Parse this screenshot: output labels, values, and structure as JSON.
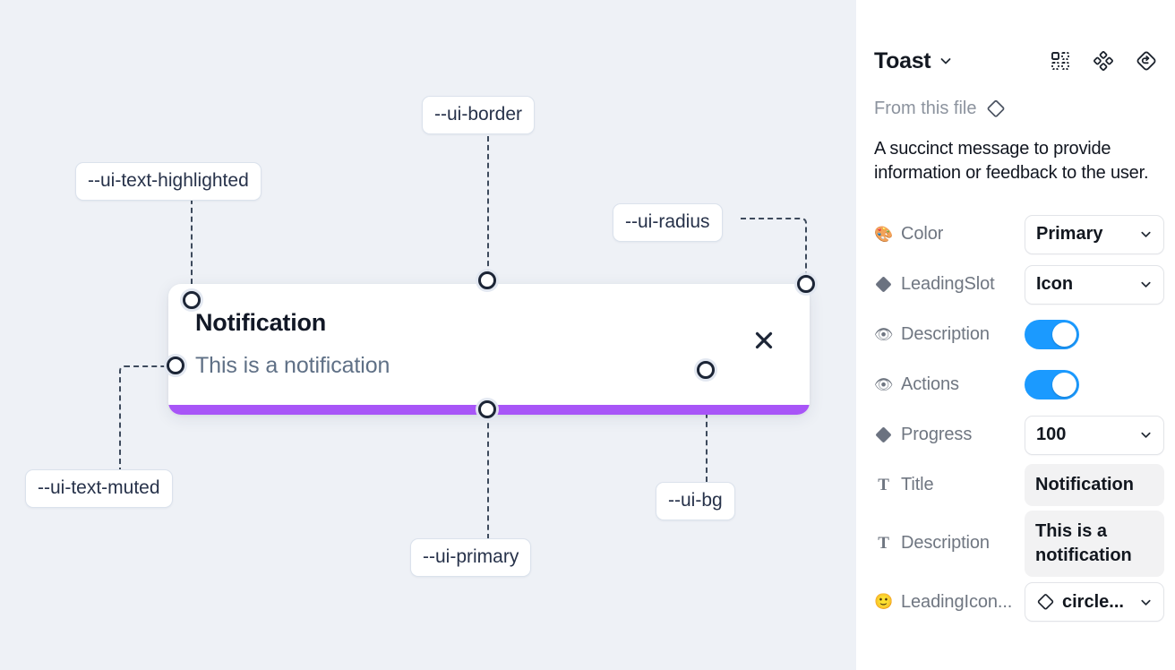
{
  "canvas": {
    "background_color": "#eef1f6",
    "tokens": [
      {
        "label": "--ui-text-highlighted",
        "name": "token-ui-text-highlighted"
      },
      {
        "label": "--ui-border",
        "name": "token-ui-border"
      },
      {
        "label": "--ui-radius",
        "name": "token-ui-radius"
      },
      {
        "label": "--ui-text-muted",
        "name": "token-ui-text-muted"
      },
      {
        "label": "--ui-primary",
        "name": "token-ui-primary"
      },
      {
        "label": "--ui-bg",
        "name": "token-ui-bg"
      }
    ],
    "toast": {
      "title": "Notification",
      "description": "This is a notification",
      "close_label": "✕",
      "progress_percent": 100,
      "progress_color": "#a855f7",
      "background_color": "#ffffff"
    }
  },
  "panel": {
    "title": "Toast",
    "from_file_label": "From this file",
    "description": "A succinct message to provide information or feedback to the user.",
    "header_icons": [
      {
        "name": "component-grid-icon"
      },
      {
        "name": "variants-diamond-icon"
      },
      {
        "name": "reset-instance-icon"
      }
    ],
    "properties": [
      {
        "icon": "palette-icon",
        "glyph": "🎨",
        "icon_kind": "emoji",
        "label": "Color",
        "control": "select",
        "value": "Primary"
      },
      {
        "icon": "diamond-icon",
        "glyph": "",
        "icon_kind": "diamond",
        "label": "LeadingSlot",
        "control": "select",
        "value": "Icon"
      },
      {
        "icon": "eye-icon",
        "glyph": "👁",
        "icon_kind": "emoji",
        "label": "Description",
        "control": "toggle",
        "value": "on"
      },
      {
        "icon": "eye-icon",
        "glyph": "👁",
        "icon_kind": "emoji",
        "label": "Actions",
        "control": "toggle",
        "value": "on"
      },
      {
        "icon": "diamond-icon",
        "glyph": "",
        "icon_kind": "diamond",
        "label": "Progress",
        "control": "select",
        "value": "100"
      },
      {
        "icon": "text-icon",
        "glyph": "T",
        "icon_kind": "tglyph",
        "label": "Title",
        "control": "textfield",
        "value": "Notification"
      },
      {
        "icon": "text-icon",
        "glyph": "T",
        "icon_kind": "tglyph",
        "label": "Description",
        "control": "textfield",
        "value": "This is a notification"
      },
      {
        "icon": "smiley-icon",
        "glyph": "🙂",
        "icon_kind": "emoji",
        "label": "LeadingIcon...",
        "control": "icon-select",
        "value": "circle..."
      }
    ]
  },
  "colors": {
    "canvas_bg": "#eef1f6",
    "panel_bg": "#ffffff",
    "toggle_on": "#1b9aff",
    "accent_purple": "#a855f7",
    "connector": "#3d4a5c",
    "title_text": "#121826",
    "muted_text": "#5f7086"
  }
}
